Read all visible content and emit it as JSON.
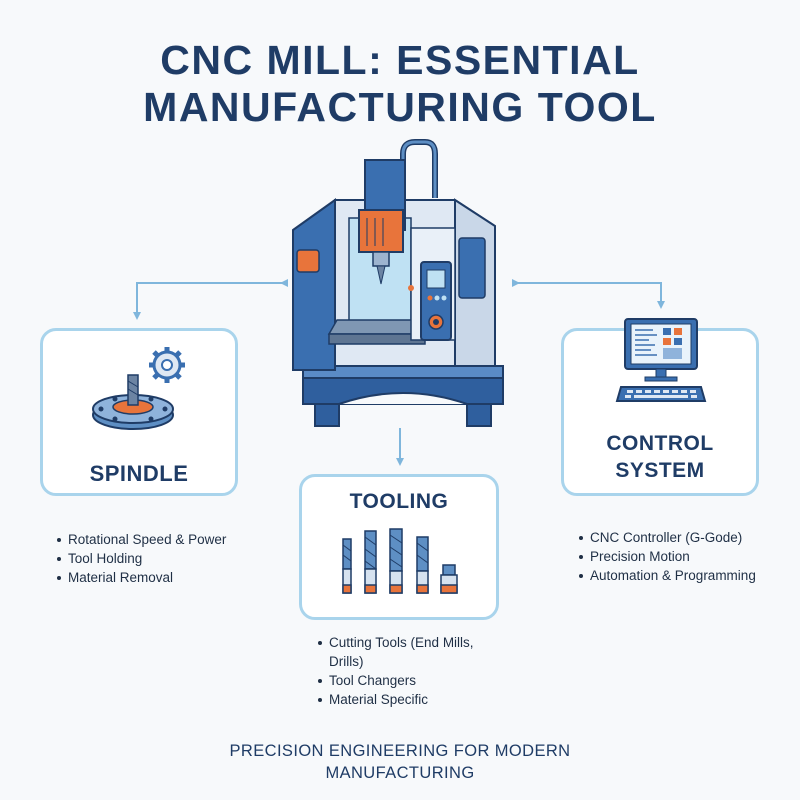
{
  "title": {
    "line1": "CNC MILL: ESSENTIAL",
    "line2": "MANUFACTURING TOOL"
  },
  "colors": {
    "title": "#1f3c66",
    "accent_blue": "#3a6fb0",
    "light_blue": "#a9d4ec",
    "orange": "#e8743b",
    "background": "#f7f9fb"
  },
  "components": {
    "spindle": {
      "label": "SPINDLE",
      "icon": "spindle-gear-icon",
      "bullets": [
        "Rotational Speed & Power",
        "Tool Holding",
        "Material Removal"
      ]
    },
    "tooling": {
      "label": "TOOLING",
      "icon": "end-mill-tools-icon",
      "bullets": [
        "Cutting Tools (End Mills,",
        "Drills)",
        "Tool Changers",
        "Material Specific"
      ]
    },
    "control_system": {
      "label_line1": "CONTROL",
      "label_line2": "SYSTEM",
      "icon": "computer-monitor-icon",
      "bullets": [
        "CNC Controller (G-Gode)",
        "Precision Motion",
        "Automation & Programming"
      ]
    }
  },
  "machine": {
    "icon": "cnc-mill-machine-icon"
  },
  "footer": {
    "line1": "PRECISION ENGINEERING FOR MODERN",
    "line2": "MANUFACTURING"
  }
}
